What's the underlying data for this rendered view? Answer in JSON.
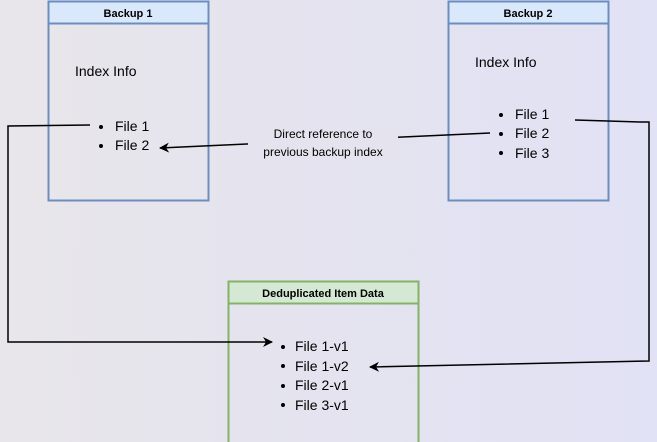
{
  "backup1": {
    "title": "Backup 1",
    "subtitle": "Index Info",
    "items": [
      "File 1",
      "File 2"
    ]
  },
  "backup2": {
    "title": "Backup 2",
    "subtitle": "Index Info",
    "items": [
      "File 1",
      "File 2",
      "File 3"
    ]
  },
  "dedup": {
    "title": "Deduplicated Item Data",
    "items": [
      "File 1-v1",
      "File 1-v2",
      "File 2-v1",
      "File 3-v1"
    ]
  },
  "edge_label": {
    "line1": "Direct reference to",
    "line2": "previous backup index"
  },
  "colors": {
    "blue_border": "#6c8ebf",
    "blue_fill": "#dae8fc",
    "green_border": "#82b366",
    "green_fill": "#d5e8d4"
  }
}
